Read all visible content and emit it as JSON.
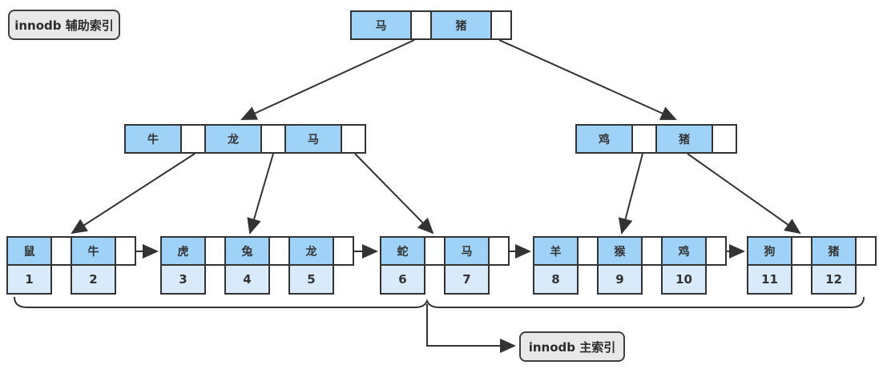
{
  "labels": {
    "secondary_index": "innodb 辅助索引",
    "primary_index": "innodb 主索引"
  },
  "colors": {
    "key_cell": "#9ed2f7",
    "record_cell": "#d9eafb",
    "border": "#333333",
    "label_bg": "#e8e8e8"
  },
  "tree": {
    "root": {
      "keys": [
        "马",
        "猪"
      ]
    },
    "internal": [
      {
        "keys": [
          "牛",
          "龙",
          "马"
        ]
      },
      {
        "keys": [
          "鸡",
          "猪"
        ]
      }
    ],
    "leaves": [
      {
        "keys": [
          "鼠",
          "牛"
        ],
        "values": [
          "1",
          "2"
        ]
      },
      {
        "keys": [
          "虎",
          "兔",
          "龙"
        ],
        "values": [
          "3",
          "4",
          "5"
        ]
      },
      {
        "keys": [
          "蛇",
          "马"
        ],
        "values": [
          "6",
          "7"
        ]
      },
      {
        "keys": [
          "羊",
          "猴",
          "鸡"
        ],
        "values": [
          "8",
          "9",
          "10"
        ]
      },
      {
        "keys": [
          "狗",
          "猪"
        ],
        "values": [
          "11",
          "12"
        ]
      }
    ]
  }
}
